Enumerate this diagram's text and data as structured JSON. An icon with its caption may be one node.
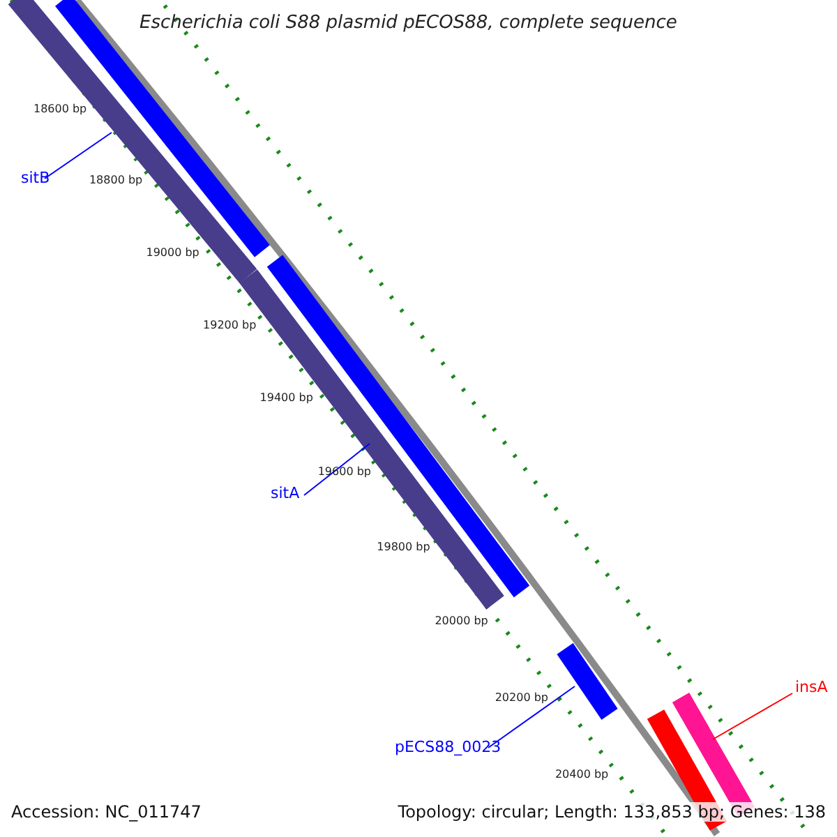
{
  "diagram": {
    "title": "Escherichia coli S88 plasmid pECOS88, complete sequence",
    "nodes": [
      {
        "text": [
          "sitB"
        ]
      },
      {
        "text": [],
        "shape": "bar"
      },
      {
        "text": [
          "sitA"
        ]
      },
      {
        "text": [],
        "shape": "bar"
      },
      {
        "text": [
          "pECS88_0023"
        ]
      },
      {
        "text": [],
        "shape": "bar"
      },
      {
        "text": [
          "insA"
        ]
      },
      {
        "text": [],
        "shape": "bar"
      }
    ],
    "edges": [
      {
        "from": 0,
        "to": 1,
        "arrow": "none"
      },
      {
        "from": 2,
        "to": 3,
        "arrow": "none"
      },
      {
        "from": 4,
        "to": 5,
        "arrow": "none"
      },
      {
        "from": 6,
        "to": 7,
        "arrow": "none",
        "color": "#ff0000"
      }
    ],
    "labels": [
      "18600 bp",
      "18800 bp",
      "19000 bp",
      "19200 bp",
      "19400 bp",
      "19600 bp",
      "19800 bp",
      "20000 bp",
      "20200 bp",
      "20400 bp",
      "Accession: NC_011747",
      "Topology: circular; Length: 133,853 bp; Genes: 138"
    ]
  }
}
